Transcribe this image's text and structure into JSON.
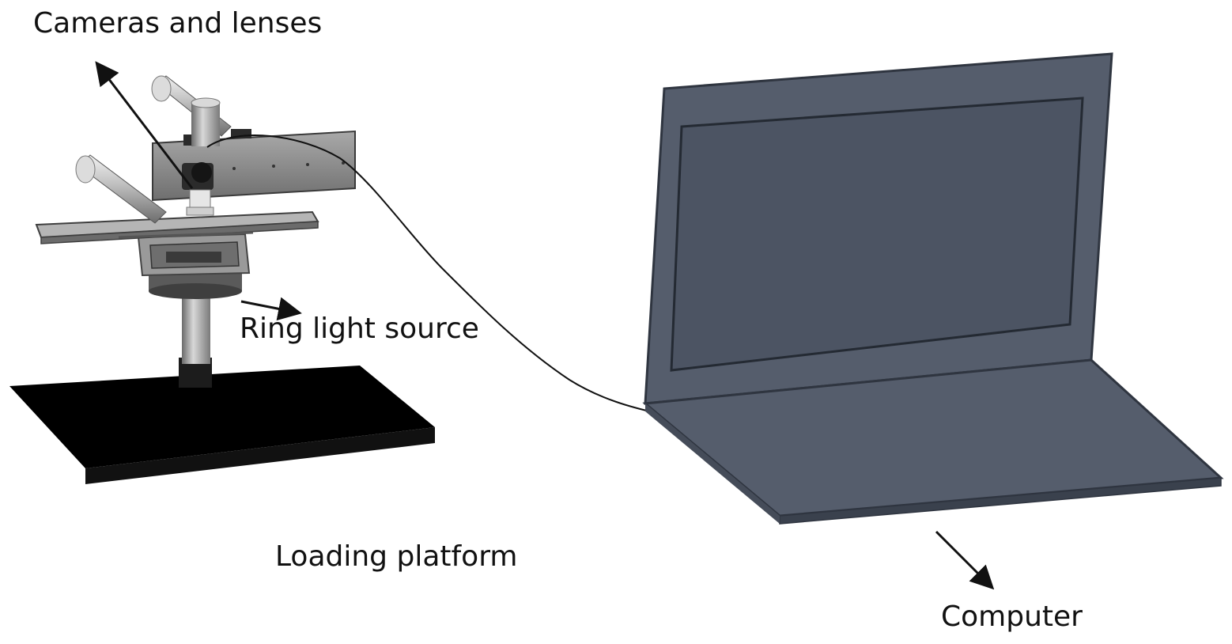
{
  "labels": {
    "cameras": "Cameras and lenses",
    "ring_light": "Ring light source",
    "platform": "Loading platform",
    "computer": "Computer"
  },
  "colors": {
    "laptop_body": "#555d6c",
    "laptop_screen": "#4c5463",
    "laptop_edge": "#2f3540",
    "platform": "#000000",
    "metal_light": "#cfcfcf",
    "metal_mid": "#8f8f8f",
    "metal_dark": "#4d4d4d",
    "cable": "#111111",
    "arrow": "#111111"
  }
}
